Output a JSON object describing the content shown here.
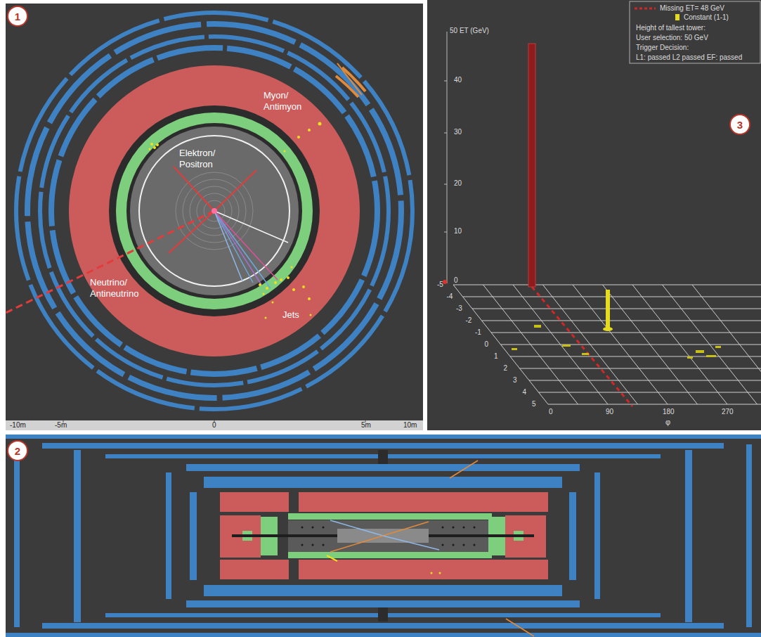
{
  "diagram": {
    "nodes": [
      {
        "text": [
          "1"
        ]
      },
      {
        "text": [
          "2"
        ]
      },
      {
        "text": [
          "3"
        ]
      }
    ],
    "labels": [
      "Myon/ Antimyon",
      "Elektron/ Positron",
      "Neutrino/ Antineutrino",
      "Jets",
      "-10m",
      "-5m",
      "0",
      "5m",
      "10m",
      "50 ET (GeV)",
      "40",
      "30",
      "20",
      "10",
      "0",
      "Height of tallest tower:",
      "User selection: 50 GeV",
      "Trigger Decision:",
      "L1: passed L2 passed EF: passed",
      "-5",
      "-4",
      "-3",
      "-2",
      "-1",
      "0",
      "1",
      "2",
      "3",
      "4",
      "5",
      "0",
      "90",
      "180",
      "270",
      "φ"
    ],
    "legend": [
      {
        "text": "Missing ET= 48 GeV"
      },
      {
        "text": "Constant (1-1)",
        "color": "#e6dc1e"
      }
    ]
  }
}
